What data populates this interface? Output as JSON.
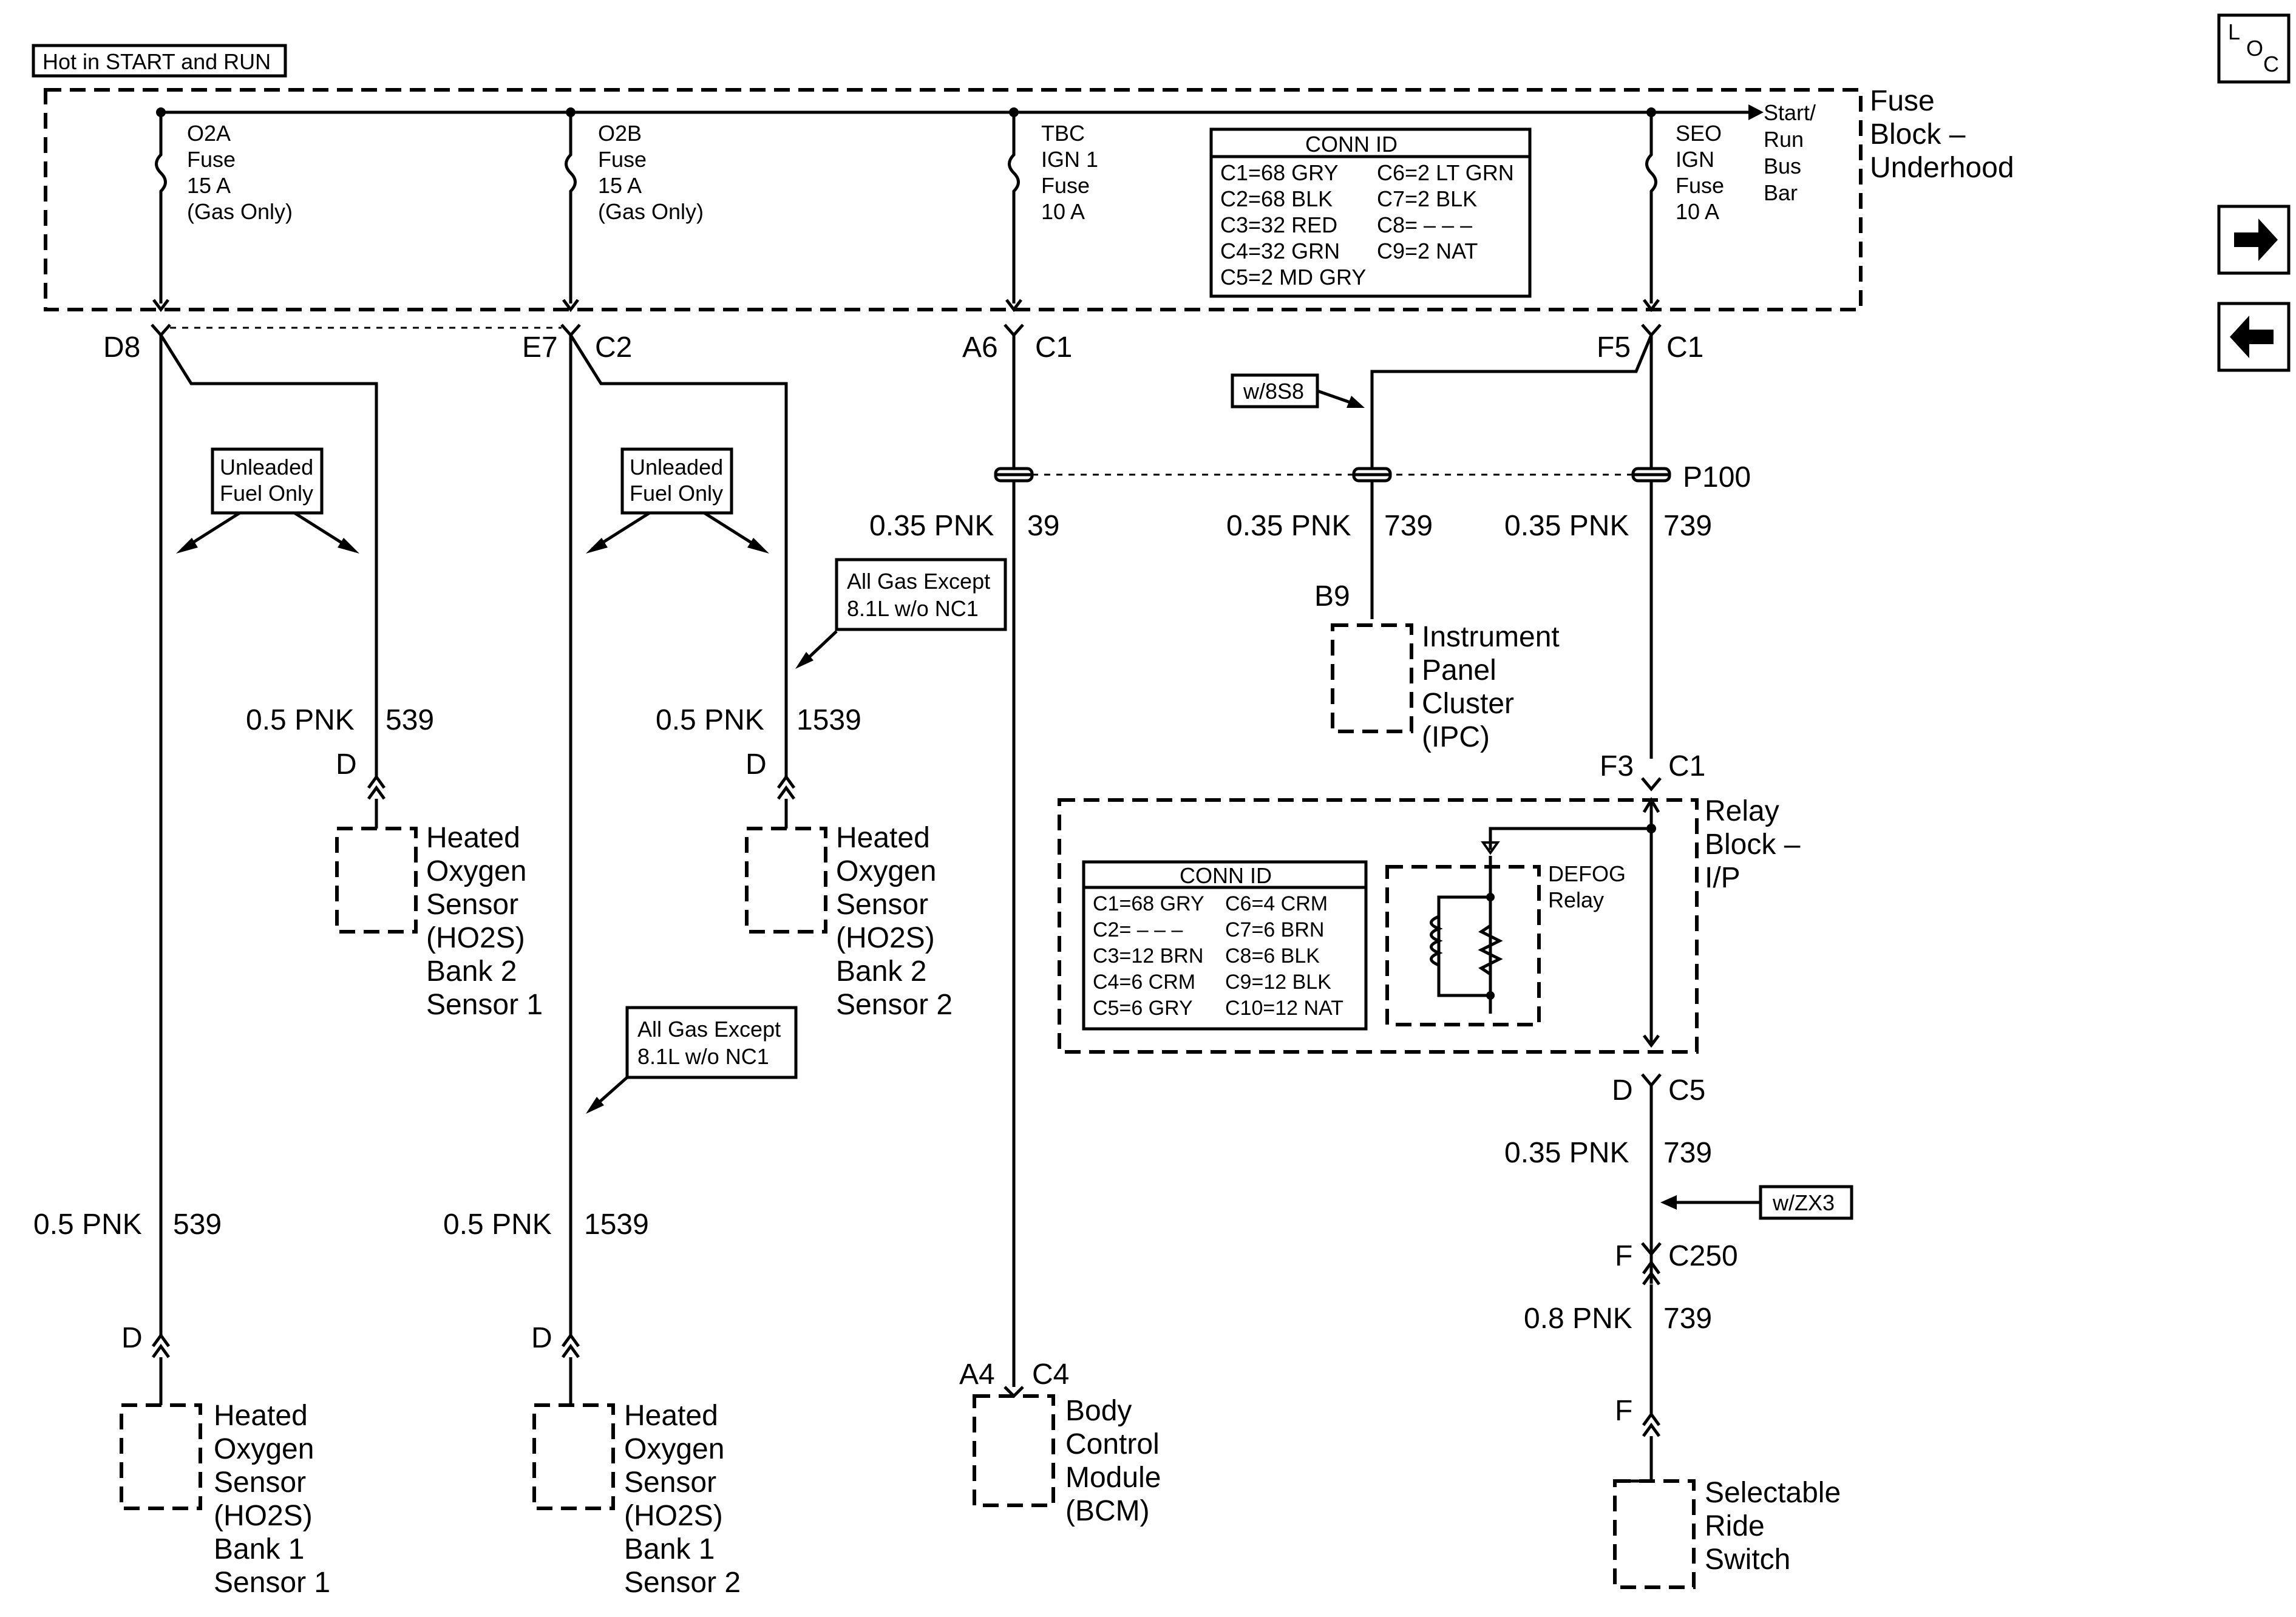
{
  "hot_label": "Hot in START and RUN",
  "fuse_block": {
    "title": [
      "Fuse",
      "Block –",
      "Underhood"
    ],
    "bus_label": [
      "Start/",
      "Run",
      "Bus",
      "Bar"
    ]
  },
  "fuses": [
    {
      "lines": [
        "O2A",
        "Fuse",
        "15 A",
        "(Gas Only)"
      ]
    },
    {
      "lines": [
        "O2B",
        "Fuse",
        "15 A",
        "(Gas Only)"
      ]
    },
    {
      "lines": [
        "TBC",
        "IGN 1",
        "Fuse",
        "10 A"
      ]
    },
    {
      "lines": [
        "SEO",
        "IGN",
        "Fuse",
        "10 A"
      ]
    }
  ],
  "conn_id_fuse": {
    "title": "CONN ID",
    "left": [
      "C1=68 GRY",
      "C2=68 BLK",
      "C3=32 RED",
      "C4=32 GRN",
      "C5=2 MD GRY"
    ],
    "right": [
      "C6=2 LT GRN",
      "C7=2 BLK",
      "C8= – – –",
      "C9=2 NAT"
    ]
  },
  "conn_id_relay": {
    "title": "CONN ID",
    "left": [
      "C1=68 GRY",
      "C2= – – –",
      "C3=12 BRN",
      "C4=6 CRM",
      "C5=6 GRY"
    ],
    "right": [
      "C6=4 CRM",
      "C7=6 BRN",
      "C8=6 BLK",
      "C9=12 BLK",
      "C10=12 NAT"
    ]
  },
  "pins": {
    "d8": "D8",
    "e7": "E7",
    "c2": "C2",
    "a6": "A6",
    "c1a": "C1",
    "f5": "F5",
    "c1b": "C1",
    "p100": "P100",
    "b9": "B9",
    "f3": "F3",
    "c1c": "C1",
    "d_c5": "D",
    "c5": "C5",
    "f_c250": "F",
    "c250": "C250",
    "f_srs": "F",
    "a4": "A4",
    "c4": "C4",
    "d1": "D",
    "d2": "D",
    "d3": "D",
    "d4": "D"
  },
  "wires": {
    "w1": {
      "gauge": "0.5 PNK",
      "circuit": "539"
    },
    "w2": {
      "gauge": "0.5 PNK",
      "circuit": "1539"
    },
    "w3": {
      "gauge": "0.5 PNK",
      "circuit": "539"
    },
    "w4": {
      "gauge": "0.5 PNK",
      "circuit": "1539"
    },
    "w5": {
      "gauge": "0.35 PNK",
      "circuit": "39"
    },
    "w6": {
      "gauge": "0.35 PNK",
      "circuit": "739"
    },
    "w7": {
      "gauge": "0.35 PNK",
      "circuit": "739"
    },
    "w8": {
      "gauge": "0.35 PNK",
      "circuit": "739"
    },
    "w9": {
      "gauge": "0.8 PNK",
      "circuit": "739"
    }
  },
  "notes": {
    "unleaded1": [
      "Unleaded",
      "Fuel Only"
    ],
    "unleaded2": [
      "Unleaded",
      "Fuel Only"
    ],
    "allgas1": [
      "All Gas Except",
      "8.1L w/o NC1"
    ],
    "allgas2": [
      "All Gas Except",
      "8.1L w/o NC1"
    ],
    "w8s8": "w/8S8",
    "wzx3": "w/ZX3"
  },
  "components": {
    "ho2s_b2s1": [
      "Heated",
      "Oxygen",
      "Sensor",
      "(HO2S)",
      "Bank 2",
      "Sensor 1"
    ],
    "ho2s_b2s2": [
      "Heated",
      "Oxygen",
      "Sensor",
      "(HO2S)",
      "Bank 2",
      "Sensor 2"
    ],
    "ho2s_b1s1": [
      "Heated",
      "Oxygen",
      "Sensor",
      "(HO2S)",
      "Bank 1",
      "Sensor 1"
    ],
    "ho2s_b1s2": [
      "Heated",
      "Oxygen",
      "Sensor",
      "(HO2S)",
      "Bank 1",
      "Sensor 2"
    ],
    "ipc": [
      "Instrument",
      "Panel",
      "Cluster",
      "(IPC)"
    ],
    "bcm": [
      "Body",
      "Control",
      "Module",
      "(BCM)"
    ],
    "srs": [
      "Selectable",
      "Ride",
      "Switch"
    ],
    "relay_block": [
      "Relay",
      "Block –",
      "I/P"
    ],
    "defog": [
      "DEFOG",
      "Relay"
    ]
  },
  "nav": {
    "loc_icon": "loc-icon",
    "loc_letters": [
      "L",
      "O",
      "C"
    ],
    "next_icon": "arrow-right-icon",
    "prev_icon": "arrow-left-icon"
  }
}
